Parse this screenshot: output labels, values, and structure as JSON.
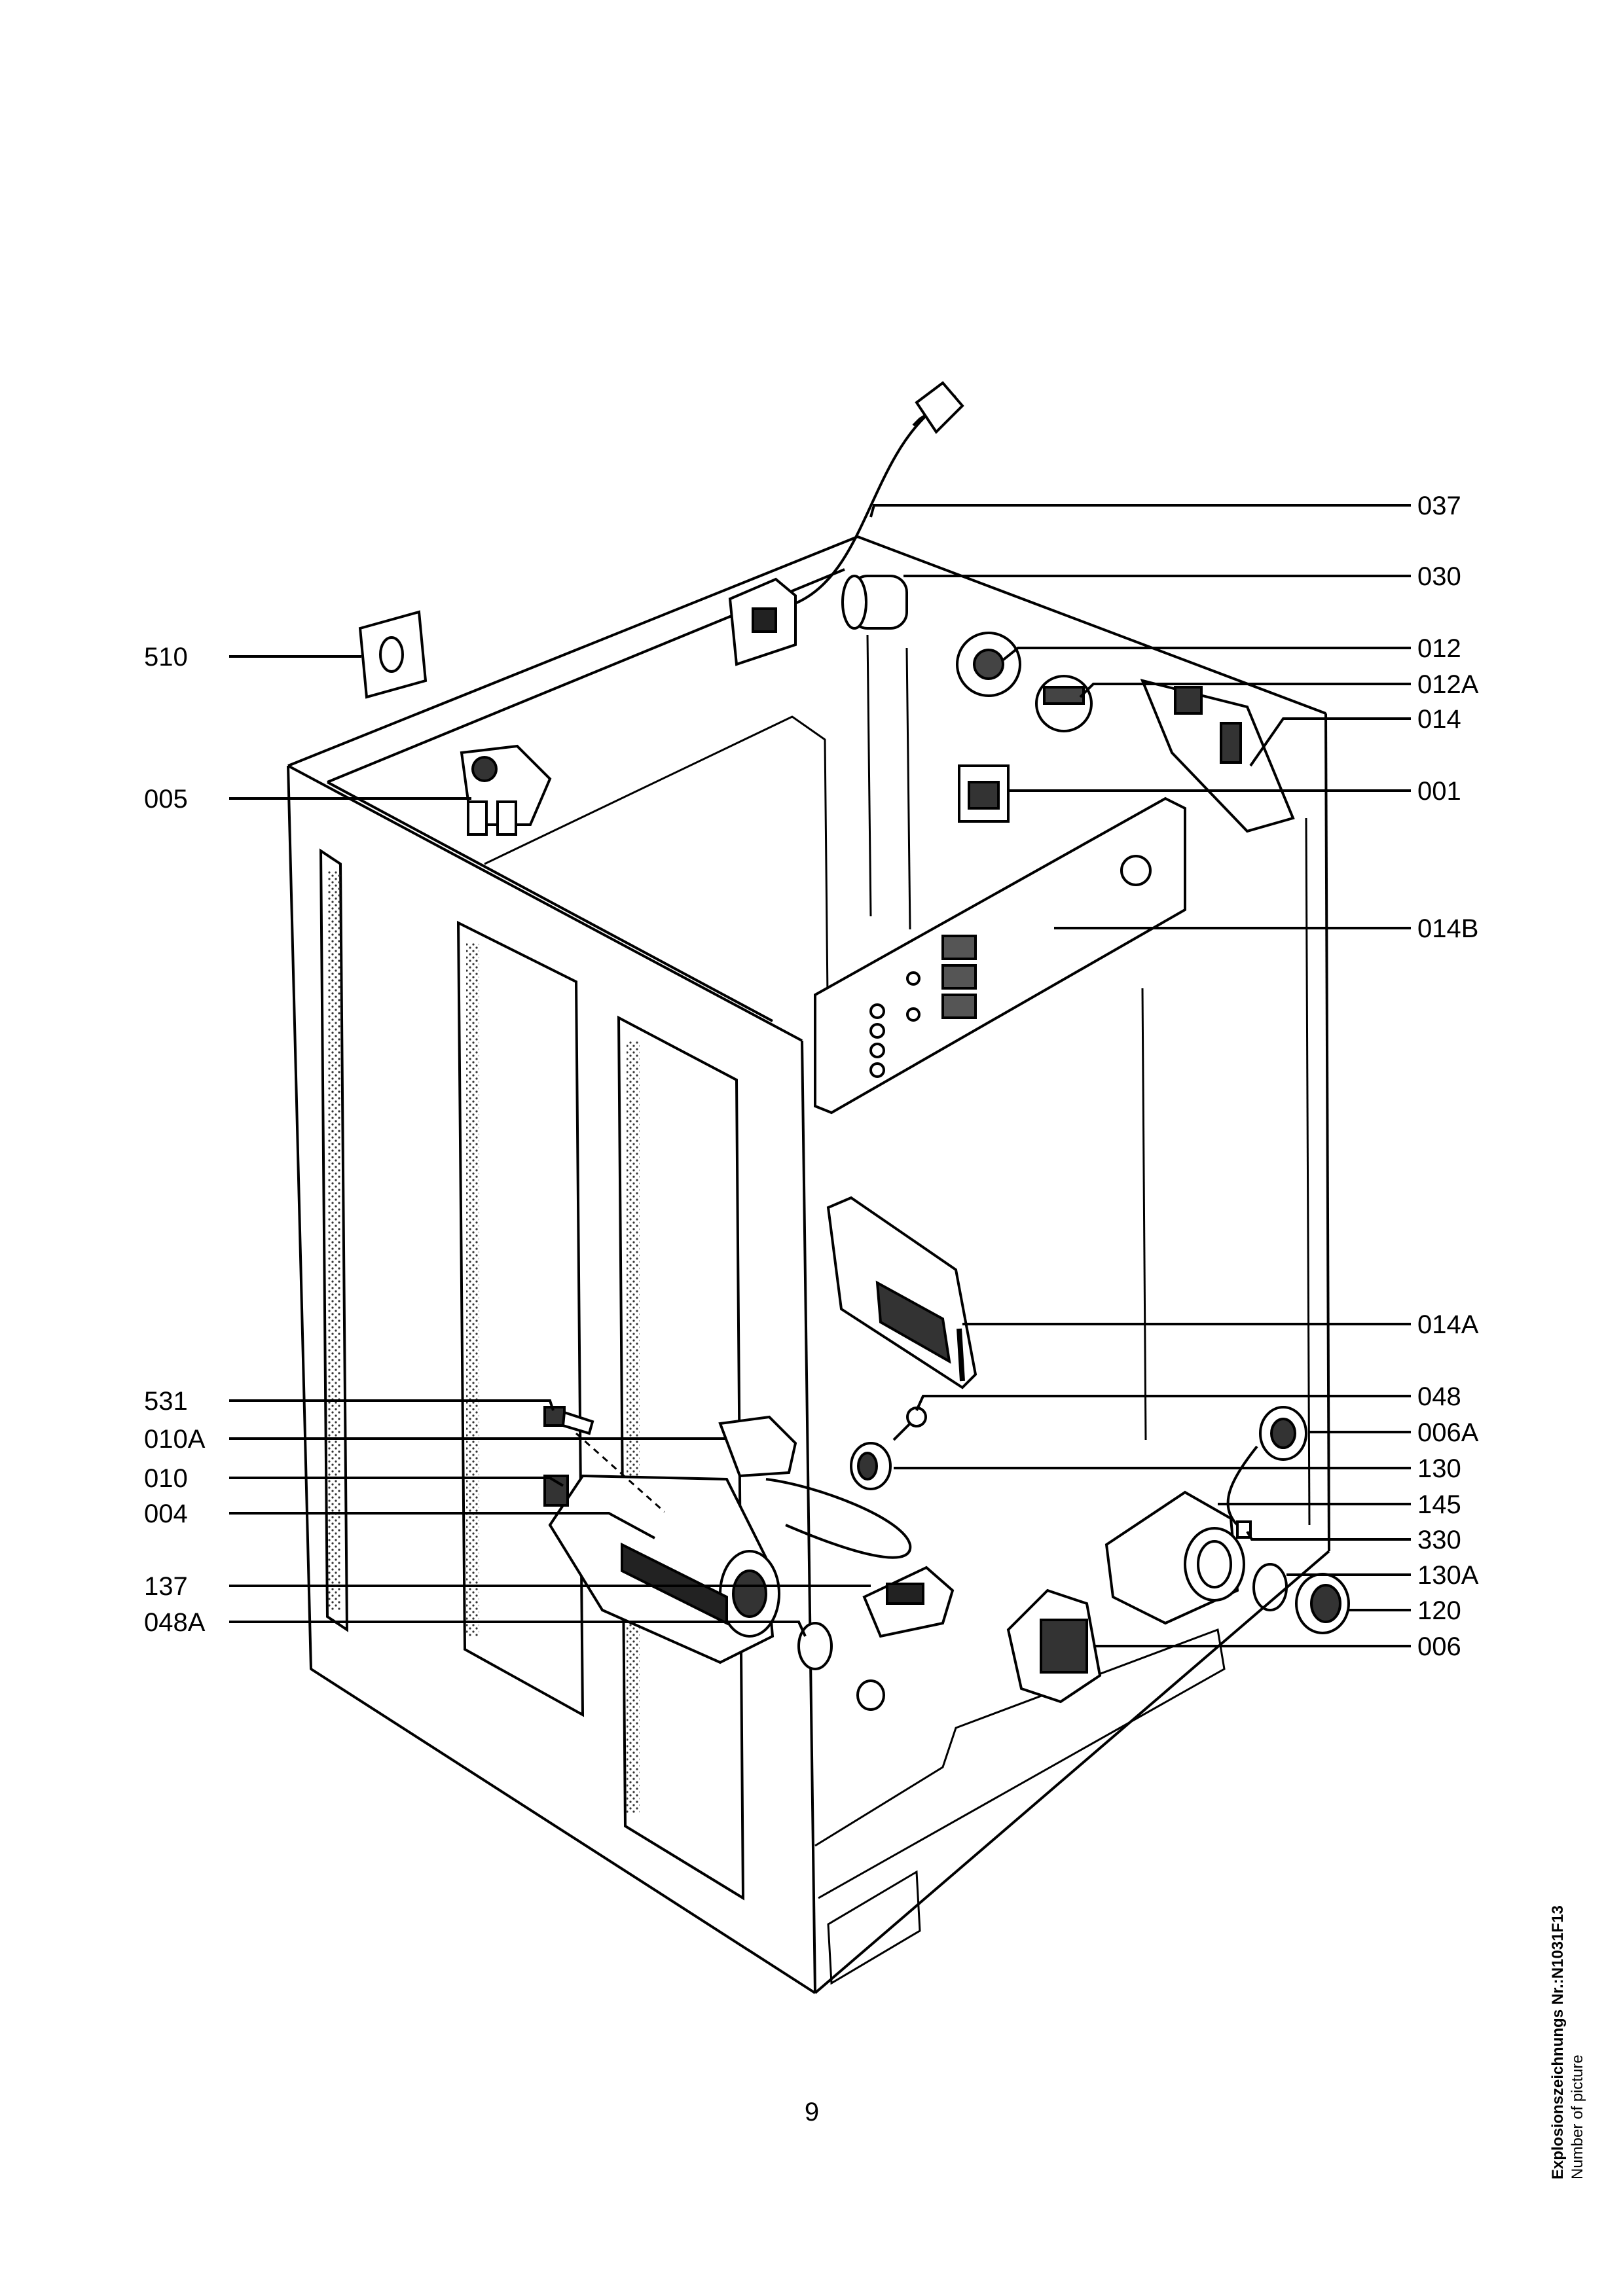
{
  "callouts": [
    {
      "id": "037",
      "label": "037"
    },
    {
      "id": "030",
      "label": "030"
    },
    {
      "id": "012",
      "label": "012"
    },
    {
      "id": "012A",
      "label": "012A"
    },
    {
      "id": "014",
      "label": "014"
    },
    {
      "id": "001",
      "label": "001"
    },
    {
      "id": "014B",
      "label": "014B"
    },
    {
      "id": "014A",
      "label": "014A"
    },
    {
      "id": "048",
      "label": "048"
    },
    {
      "id": "006A",
      "label": "006A"
    },
    {
      "id": "130",
      "label": "130"
    },
    {
      "id": "145",
      "label": "145"
    },
    {
      "id": "330",
      "label": "330"
    },
    {
      "id": "130A",
      "label": "130A"
    },
    {
      "id": "120",
      "label": "120"
    },
    {
      "id": "006",
      "label": "006"
    },
    {
      "id": "510",
      "label": "510"
    },
    {
      "id": "005",
      "label": "005"
    },
    {
      "id": "531",
      "label": "531"
    },
    {
      "id": "010A",
      "label": "010A"
    },
    {
      "id": "010",
      "label": "010"
    },
    {
      "id": "004",
      "label": "004"
    },
    {
      "id": "137",
      "label": "137"
    },
    {
      "id": "048A",
      "label": "048A"
    }
  ],
  "footer": {
    "page_number": "9",
    "caption_title": "Explosionszeichnungs Nr.:N1031F13",
    "caption_subtitle": "Number of picture"
  }
}
